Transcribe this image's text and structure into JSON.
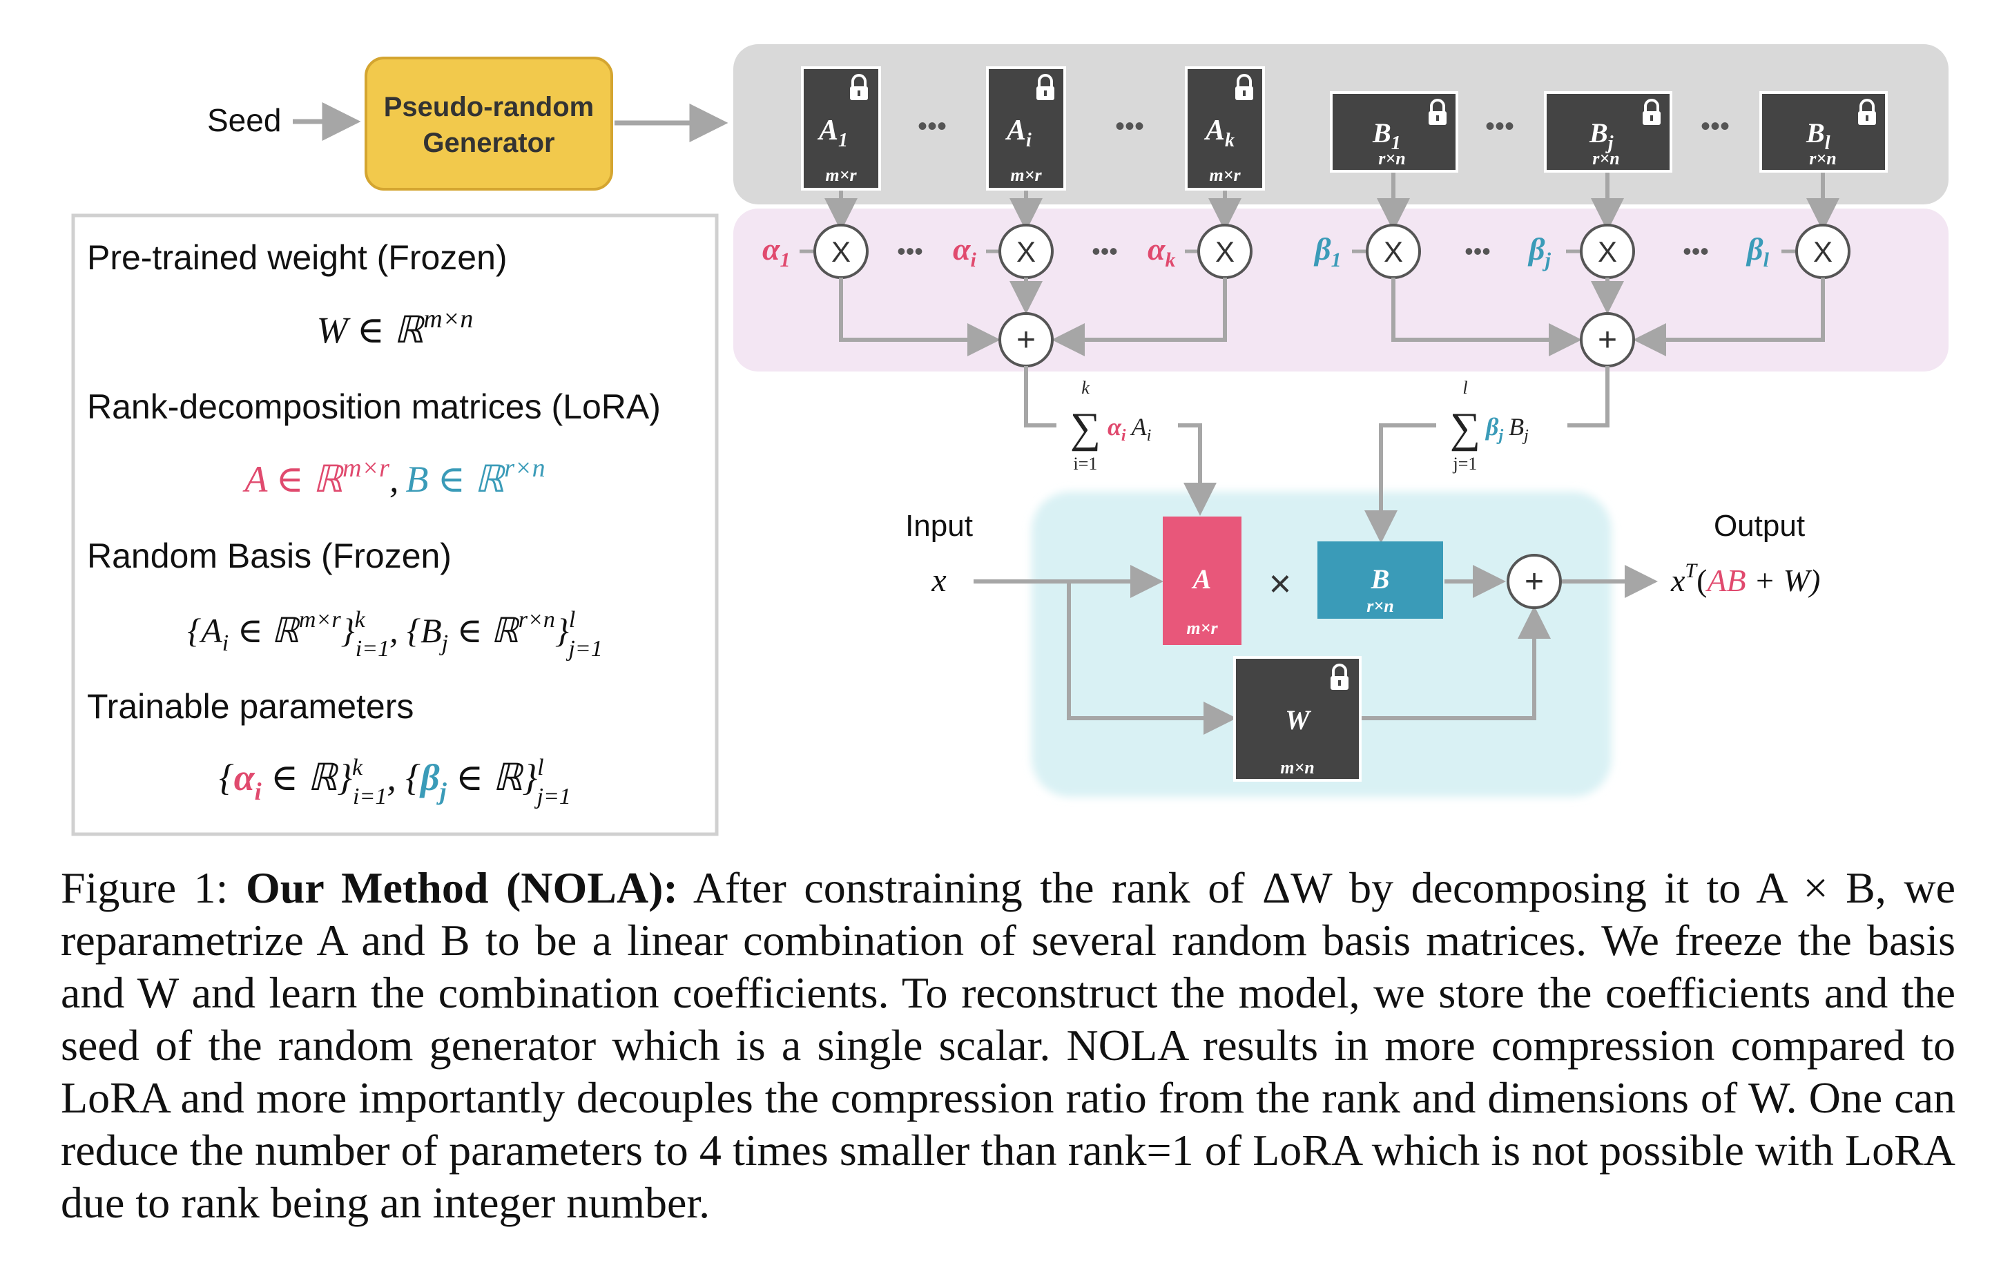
{
  "seed": {
    "label": "Seed"
  },
  "generator": {
    "line1": "Pseudo-random",
    "line2": "Generator"
  },
  "basis": {
    "dim_A": "m×r",
    "dim_B": "r×n",
    "A": [
      {
        "base": "A",
        "sub": "1"
      },
      {
        "base": "A",
        "sub": "i"
      },
      {
        "base": "A",
        "sub": "k"
      }
    ],
    "B": [
      {
        "base": "B",
        "sub": "1"
      },
      {
        "base": "B",
        "sub": "j"
      },
      {
        "base": "B",
        "sub": "l"
      }
    ],
    "ellipsis": "•••"
  },
  "coeffs": {
    "alpha": [
      {
        "base": "α",
        "sub": "1"
      },
      {
        "base": "α",
        "sub": "i"
      },
      {
        "base": "α",
        "sub": "k"
      }
    ],
    "beta": [
      {
        "base": "β",
        "sub": "1"
      },
      {
        "base": "β",
        "sub": "j"
      },
      {
        "base": "β",
        "sub": "l"
      }
    ],
    "ellipsis": "•••",
    "times": "X",
    "plus": "+"
  },
  "sums": {
    "alpha": {
      "upper": "k",
      "lower": "i=1",
      "coef": "α",
      "coef_sub": "i",
      "mat": "A",
      "mat_sub": "i"
    },
    "beta": {
      "upper": "l",
      "lower": "j=1",
      "coef": "β",
      "coef_sub": "j",
      "mat": "B",
      "mat_sub": "j"
    }
  },
  "flow": {
    "input_label": "Input",
    "input_var": "x",
    "output_label": "Output",
    "output_expr": {
      "x": "x",
      "sup": "T",
      "open": "(",
      "ab": "AB",
      "rest": " + W)"
    },
    "A_label": "A",
    "A_dim": "m×r",
    "B_label": "B",
    "B_dim": "r×n",
    "times": "×",
    "plus": "+",
    "W_label": "W",
    "W_dim": "m×n"
  },
  "legend": {
    "h1": "Pre-trained weight (Frozen)",
    "eq1": "W ∈ ℝ",
    "eq1_sup": "m×n",
    "h2": "Rank-decomposition matrices (LoRA)",
    "eq2_a": "A ∈ ℝ",
    "eq2_a_sup": "m×r",
    "eq2_sep": ",",
    "eq2_b": "B ∈ ℝ",
    "eq2_b_sup": "r×n",
    "h3": "Random Basis (Frozen)",
    "eq3": {
      "p1": "{A",
      "p1_sub": "i",
      "p2": " ∈ ℝ",
      "p2_sup": "m×r",
      "p3": "}",
      "p3_sup": "k",
      "p3_sub": "i=1",
      "p4": ", {B",
      "p4_sub": "j",
      "p5": " ∈ ℝ",
      "p5_sup": "r×n",
      "p6": "}",
      "p6_sup": "l",
      "p6_sub": "j=1"
    },
    "h4": "Trainable parameters",
    "eq4": {
      "a": "α",
      "a_sub": "i",
      "a_rest": " ∈ ℝ}",
      "a_sup": "k",
      "a_low": "i=1",
      "b": "β",
      "b_sub": "j",
      "b_rest": " ∈ ℝ}",
      "b_sup": "l",
      "b_low": "j=1",
      "open": "{",
      "sep": ", {"
    }
  },
  "caption": {
    "lead": "Figure 1: ",
    "bold": "Our Method (NOLA):",
    "body": " After constraining the rank of ΔW by decomposing it to A × B, we reparametrize A and B to be a linear combination of several random basis matrices. We freeze the basis and W and learn the combination coefficients.  To reconstruct the model, we store the coefficients and the seed of the random generator which is a single scalar. NOLA results in more compression compared to LoRA and more importantly decouples the compression ratio from the rank and dimensions of W. One can reduce the number of parameters to 4 times smaller than rank=1 of LoRA which is not possible with LoRA due to rank being an integer number."
  },
  "colors": {
    "pink": "#e04a6e",
    "teal": "#3a9bb8",
    "dark_box": "#444444",
    "gray_band": "#d9d9d9",
    "pink_band": "#f3e6f3",
    "teal_band": "#d9f1f4",
    "generator": "#f2c94c",
    "arrow": "#a6a6a6"
  }
}
